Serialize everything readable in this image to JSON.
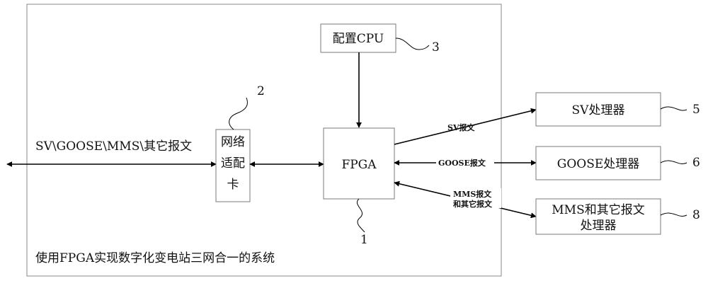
{
  "system_label": "使用FPGA实现数字化变电站三网合一的系统",
  "input_label": "SV\\GOOSE\\MMS\\其它报文",
  "boxes": {
    "cpu": "配置CPU",
    "nic": [
      "网络",
      "适配",
      "卡"
    ],
    "fpga": "FPGA",
    "sv_proc": "SV处理器",
    "goose_proc": "GOOSE处理器",
    "mms_proc": [
      "MMS和其它报文",
      "处理器"
    ]
  },
  "flows": {
    "sv": "SV报文",
    "goose": "GOOSE报文",
    "mms": [
      "MMS报文",
      "和其它报文"
    ]
  },
  "refs": {
    "fpga": "1",
    "nic": "2",
    "cpu": "3",
    "sv": "5",
    "goose": "6",
    "mms": "8"
  }
}
